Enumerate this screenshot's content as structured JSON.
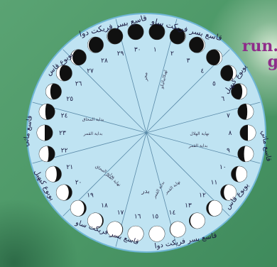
{
  "corner_text": {
    "line1": "run.",
    "line2": "g"
  },
  "labels": {
    "top_left": "قاسع بسر فریکت دوا",
    "top_right": "قاسع بسر فریکت ساو",
    "upper_left": "یوبوع قاس",
    "upper_right": "یوبوع کیھیل",
    "left": "قاسع ماثي",
    "right": "قاسع ماثي",
    "lower_left": "یوبوع کیھیل",
    "lower_right": "یوبوع قاس",
    "bottom_left": "قاسع بسر فریکت ساو",
    "bottom_right": "قاسع بسر فریکت دوا",
    "day1_note": "ٹھیکاپیالیکو",
    "day30_note": "محر",
    "day15_note": "بدر",
    "day14_note": "بدایة القمر",
    "day13_note": "نهایة القمر",
    "day7_note": "نهایة الهلال",
    "day8_note": "بدایة القمر",
    "day22_note": "بدایة القمر",
    "day23_note": "بدایة المحاق",
    "day18_note": "نهایة القمر",
    "day19_note": "بدایة المحاق"
  },
  "days": [
    "١",
    "٢",
    "٣",
    "٤",
    "٥",
    "٦",
    "٧",
    "٨",
    "٩",
    "١٠",
    "١١",
    "١٢",
    "١٣",
    "١٤",
    "١٥",
    "١٦",
    "١٧",
    "١٨",
    "١٩",
    "٢٠",
    "٢١",
    "٢٢",
    "٢٣",
    "٢٤",
    "٢٥",
    "٢٦",
    "٢٧",
    "٢٨",
    "٢٩",
    "٣٠"
  ],
  "colors": {
    "disc": "#bfe3f2",
    "moon_dark": "#101010",
    "moon_light": "#ffffff",
    "ring_text": "#1a1a40"
  }
}
